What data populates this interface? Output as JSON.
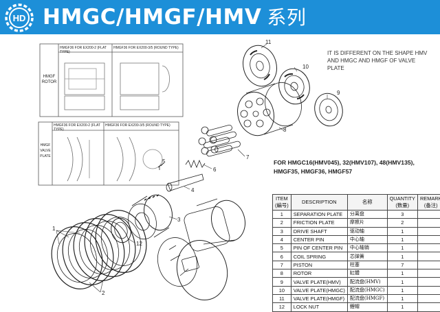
{
  "header": {
    "title": "HMGC/HMGF/HMV",
    "title_cn": "系列",
    "bg_color": "#1d8fd8",
    "logo_letter": "HD"
  },
  "note": "IT IS DIFFERENT ON THE SHAPE HMV AND HMGC AND HMGF OF VALVE PLATE",
  "rotor_box": {
    "side_label": "HMGF ROTOR",
    "left_caption": "HMGF36 FOR EX200-2 (FLAT TYPE)",
    "right_caption": "HMGF36 FOR EX200-3/5 (ROUND TYPE)"
  },
  "valve_box": {
    "side_label": "HMGF VALVE PLATE",
    "left_caption": "HMGF36 FOR EX200-2 (FLAT TYPE)",
    "right_caption": "HMGF36 FOR EX200-3/5 (ROUND TYPE)"
  },
  "callouts": [
    "11",
    "10",
    "9",
    "8",
    "7",
    "6",
    "5",
    "4",
    "3",
    "12",
    "1",
    "2"
  ],
  "applicability": "FOR HMGC16(HMV045), 32(HMV107), 48(HMV135), HMGF35, HMGF36, HMGF57",
  "parts_table": {
    "headers": {
      "item": "ITEM",
      "item_cn": "(編号)",
      "description": "DESCRIPTION",
      "name_cn": "名称",
      "quantity": "QUANTITY",
      "quantity_cn": "(数量)",
      "remark": "REMARK",
      "remark_cn": "(备注)"
    },
    "rows": [
      {
        "no": "1",
        "desc": "SEPARATION PLATE",
        "cn": "分离盘",
        "qty": "3",
        "remark": ""
      },
      {
        "no": "2",
        "desc": "FRICTION PLATE",
        "cn": "摩擦片",
        "qty": "2",
        "remark": ""
      },
      {
        "no": "3",
        "desc": "DRIVE SHAFT",
        "cn": "驱动轴",
        "qty": "1",
        "remark": ""
      },
      {
        "no": "4",
        "desc": "CENTER PIN",
        "cn": "中心轴",
        "qty": "1",
        "remark": ""
      },
      {
        "no": "5",
        "desc": "PIN OF CENTER PIN",
        "cn": "中心轴销",
        "qty": "1",
        "remark": ""
      },
      {
        "no": "6",
        "desc": "COIL SPRING",
        "cn": "芯弹簧",
        "qty": "1",
        "remark": ""
      },
      {
        "no": "7",
        "desc": "PISTON",
        "cn": "柱塞",
        "qty": "7",
        "remark": ""
      },
      {
        "no": "8",
        "desc": "ROTOR",
        "cn": "缸體",
        "qty": "1",
        "remark": ""
      },
      {
        "no": "9",
        "desc": "VALVE PLATE(HMV)",
        "cn": "配流盘(HMV)",
        "qty": "1",
        "remark": ""
      },
      {
        "no": "10",
        "desc": "VALVE PLATE(HMGC)",
        "cn": "配流盘(HMGC)",
        "qty": "1",
        "remark": ""
      },
      {
        "no": "11",
        "desc": "VALVE PLATE(HMGF)",
        "cn": "配流盘(HMGF)",
        "qty": "1",
        "remark": ""
      },
      {
        "no": "12",
        "desc": "LOCK NUT",
        "cn": "鲤帽",
        "qty": "1",
        "remark": ""
      }
    ]
  }
}
